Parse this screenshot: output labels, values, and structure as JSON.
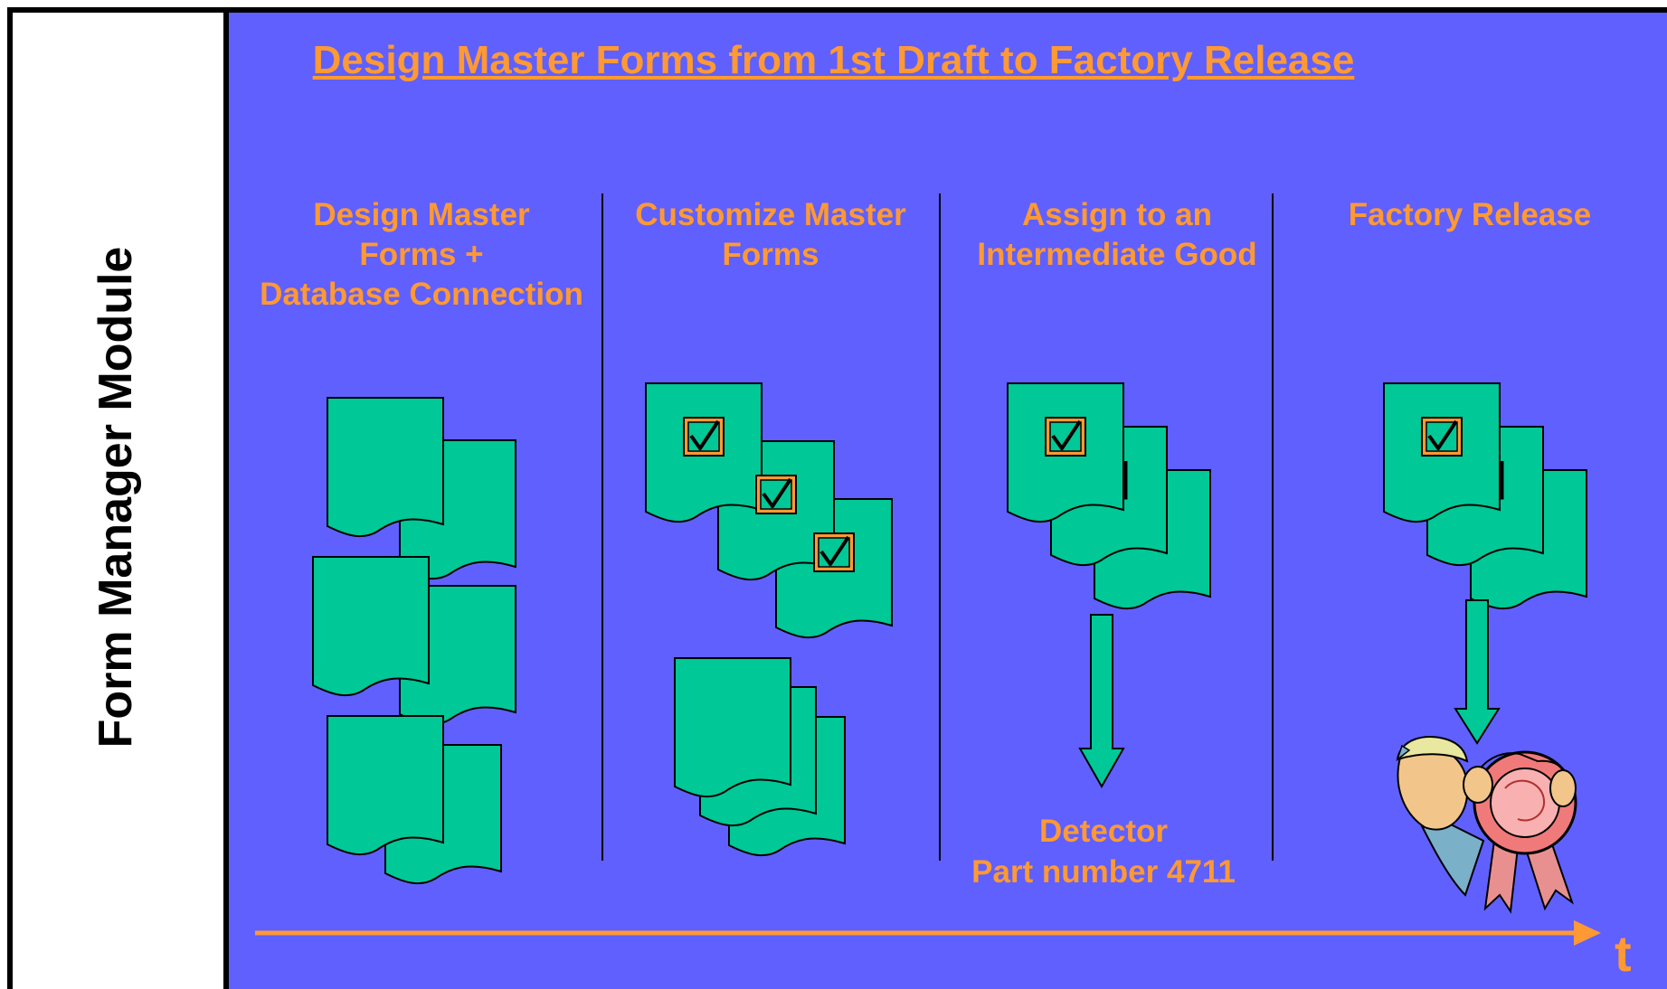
{
  "side_label": "Form Manager Module",
  "title": "Design Master Forms from 1st Draft to Factory Release",
  "stages": [
    {
      "title_lines": [
        "Design Master",
        "Forms +",
        "Database Connection"
      ]
    },
    {
      "title_lines": [
        "Customize Master",
        "Forms"
      ]
    },
    {
      "title_lines": [
        "Assign to an",
        "Intermediate Good"
      ]
    },
    {
      "title_lines": [
        "Factory Release"
      ]
    }
  ],
  "part": {
    "lines": [
      "Detector",
      "Part number 4711"
    ]
  },
  "time_axis_label": "t",
  "colors": {
    "background": "#6060ff",
    "accent": "#ff9933",
    "form": "#00c896",
    "panel": "#ffffff"
  },
  "icons": [
    "form-document-icon",
    "checkbox-icon",
    "down-arrow-icon",
    "time-arrow-icon",
    "award-ribbon-icon"
  ]
}
